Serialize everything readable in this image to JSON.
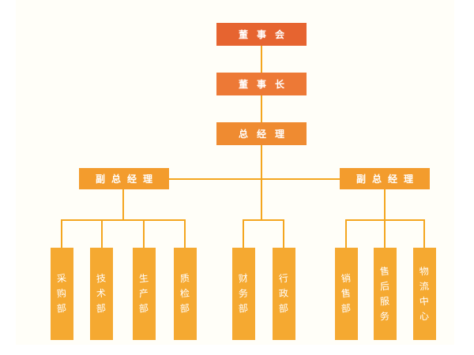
{
  "diagram": {
    "type": "org-chart",
    "nodes": {
      "board": "董事会",
      "chairman": "董事长",
      "general_manager": "总经理",
      "deputy_gm_left": "副总经理",
      "deputy_gm_right": "副总经理"
    },
    "departments": {
      "left": [
        "采购部",
        "技术部",
        "生产部",
        "质检部"
      ],
      "middle": [
        "财务部",
        "行政部"
      ],
      "right": [
        "销售部",
        "售后服务",
        "物流中心"
      ]
    },
    "colors": {
      "level1": "#E66430",
      "level2": "#ED7936",
      "level3": "#EF8B31",
      "level4": "#F39C2D",
      "level5": "#F5A931",
      "connector": "#F4A61F",
      "text": "#FFFFFF",
      "background": "#FFFEF8"
    }
  }
}
